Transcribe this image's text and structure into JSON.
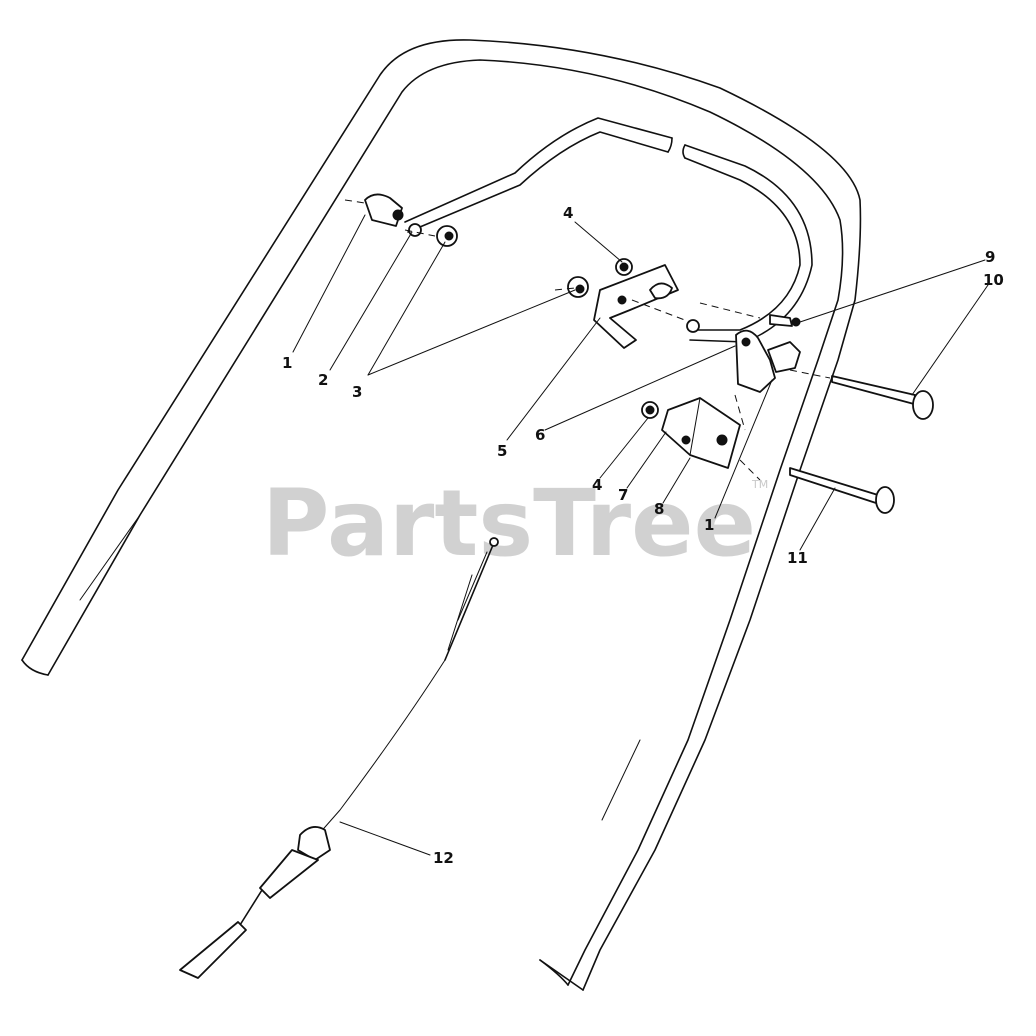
{
  "watermark": {
    "text": "PartsTree",
    "mark": "TM"
  },
  "callouts": {
    "c1a": "1",
    "c2": "2",
    "c3": "3",
    "c4a": "4",
    "c5": "5",
    "c6": "6",
    "c4b": "4",
    "c7": "7",
    "c8": "8",
    "c1b": "1",
    "c9": "9",
    "c10": "10",
    "c11": "11",
    "c12": "12"
  }
}
